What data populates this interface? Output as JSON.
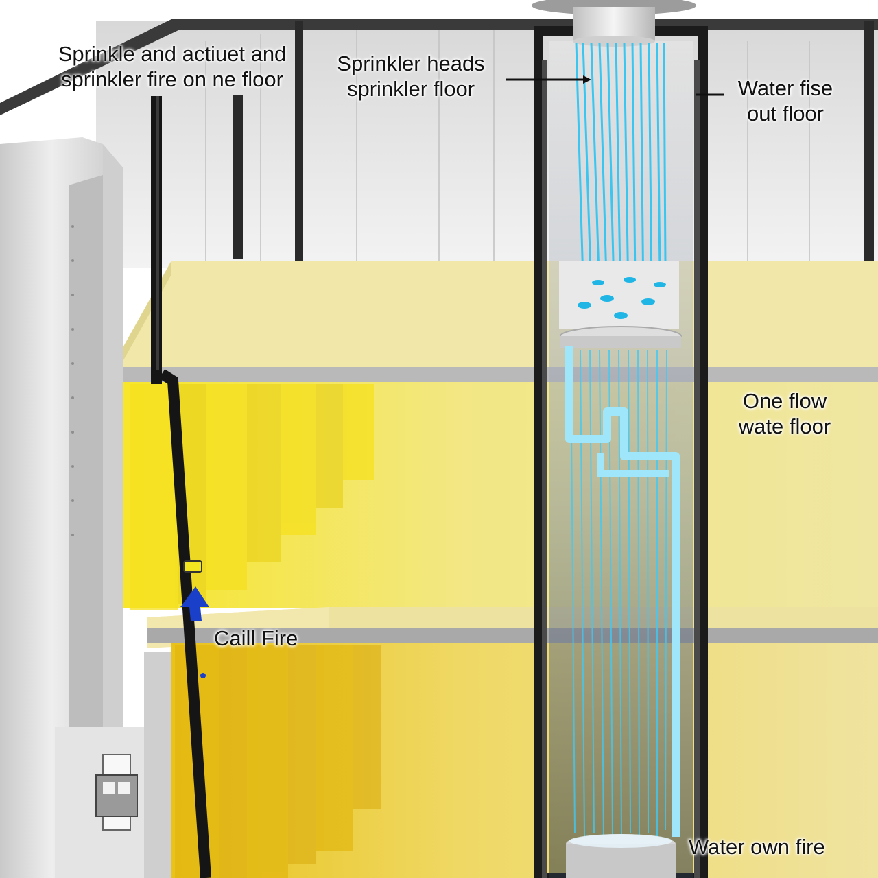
{
  "labels": {
    "actuator": {
      "line1": "Sprinkle and actiuet and",
      "line2": "sprinkler fire on ne floor"
    },
    "heads": {
      "line1": "Sprinkler heads",
      "line2": "sprinkler floor"
    },
    "rise": {
      "line1": "Water fise",
      "line2": "out floor"
    },
    "flow": {
      "line1": "One flow",
      "line2": "wate floor"
    },
    "call_fire": "Caill Fire",
    "own_fire": "Water own fire"
  },
  "colors": {
    "floor_slab": "#f2e6a6",
    "room_yellow": "#f4e23c",
    "water": "#29c4f2",
    "pipe": "#111111",
    "arrow": "#1a3fc9",
    "wall": "#d9d9d9"
  }
}
